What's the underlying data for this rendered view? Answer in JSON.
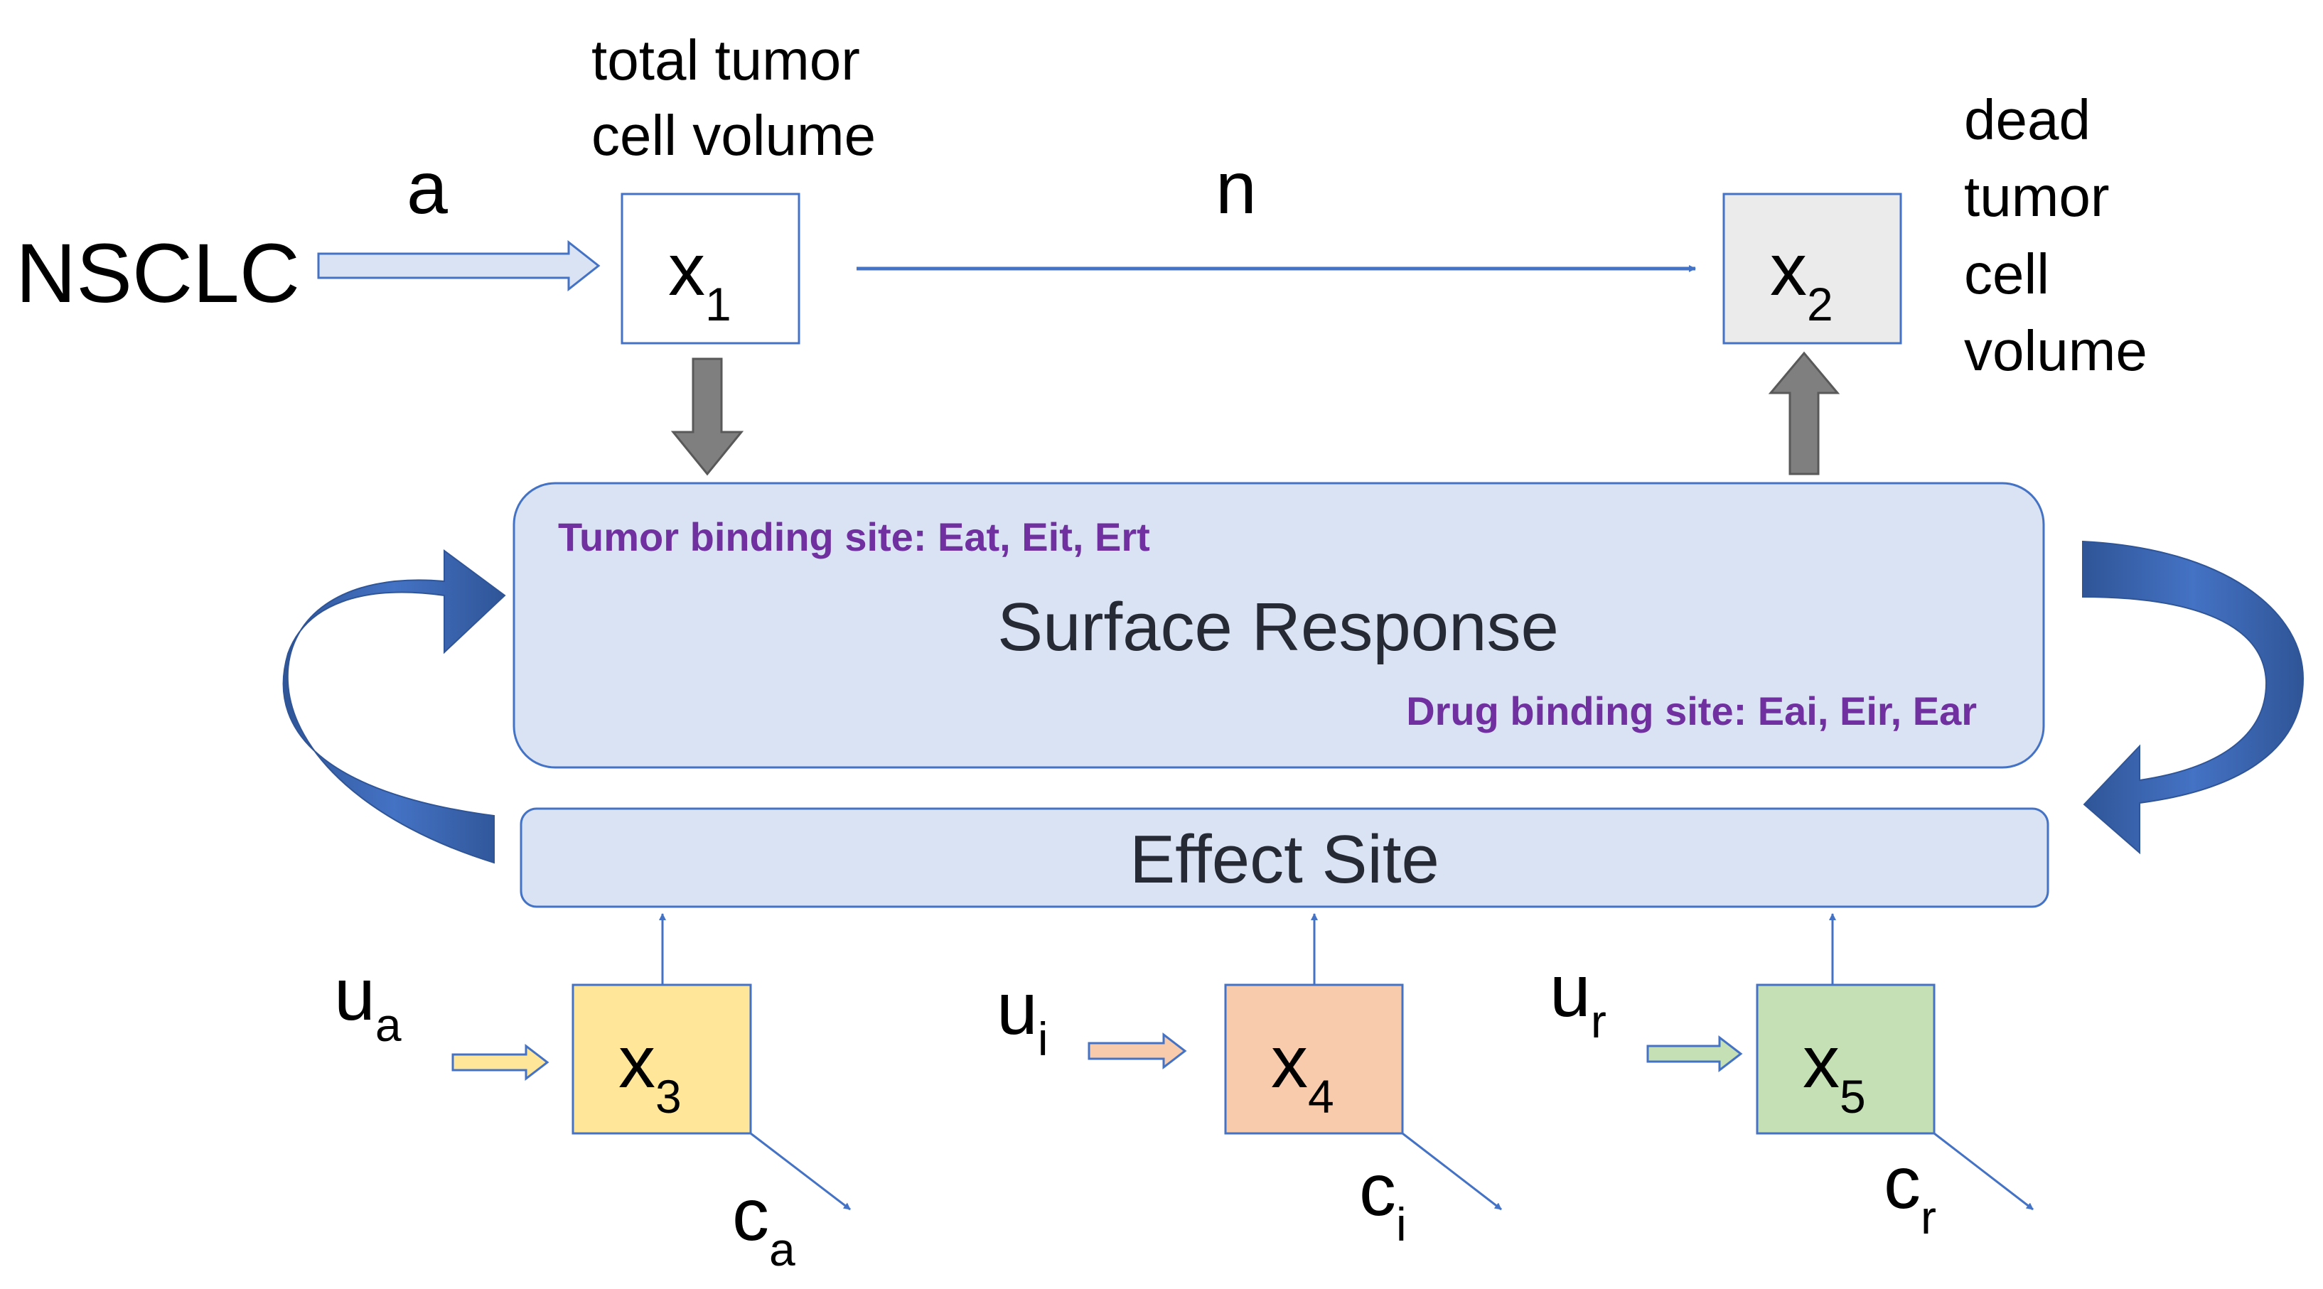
{
  "input_label": "NSCLC",
  "rate_a": "a",
  "rate_n": "n",
  "x1_caption": [
    "total tumor",
    "cell volume"
  ],
  "x2_caption": [
    "dead",
    "tumor",
    "cell",
    "volume"
  ],
  "states": {
    "x1": {
      "base": "x",
      "sub": "1",
      "fill": "#ffffff"
    },
    "x2": {
      "base": "x",
      "sub": "2",
      "fill": "#ebebeb"
    },
    "x3": {
      "base": "x",
      "sub": "3",
      "fill": "#ffe699"
    },
    "x4": {
      "base": "x",
      "sub": "4",
      "fill": "#f8cbad"
    },
    "x5": {
      "base": "x",
      "sub": "5",
      "fill": "#c5e0b4"
    }
  },
  "surface_response": {
    "title": "Surface Response",
    "tumor_binding": "Tumor binding site: Eat, Eit, Ert",
    "drug_binding": "Drug binding site: Eai, Eir, Ear",
    "fill": "#dae3f3",
    "border": "#4472c4"
  },
  "effect_site": {
    "title": "Effect Site",
    "fill": "#dae3f3"
  },
  "inputs": {
    "ua": {
      "base": "u",
      "sub": "a"
    },
    "ui": {
      "base": "u",
      "sub": "i"
    },
    "ur": {
      "base": "u",
      "sub": "r"
    }
  },
  "clearances": {
    "ca": {
      "base": "c",
      "sub": "a"
    },
    "ci": {
      "base": "c",
      "sub": "i"
    },
    "cr": {
      "base": "c",
      "sub": "r"
    }
  },
  "colors": {
    "line_blue": "#4472c4",
    "curved_arrow": "#4472c4",
    "gray_arrow": "#7f7f7f",
    "text_purple": "#7030a0"
  }
}
